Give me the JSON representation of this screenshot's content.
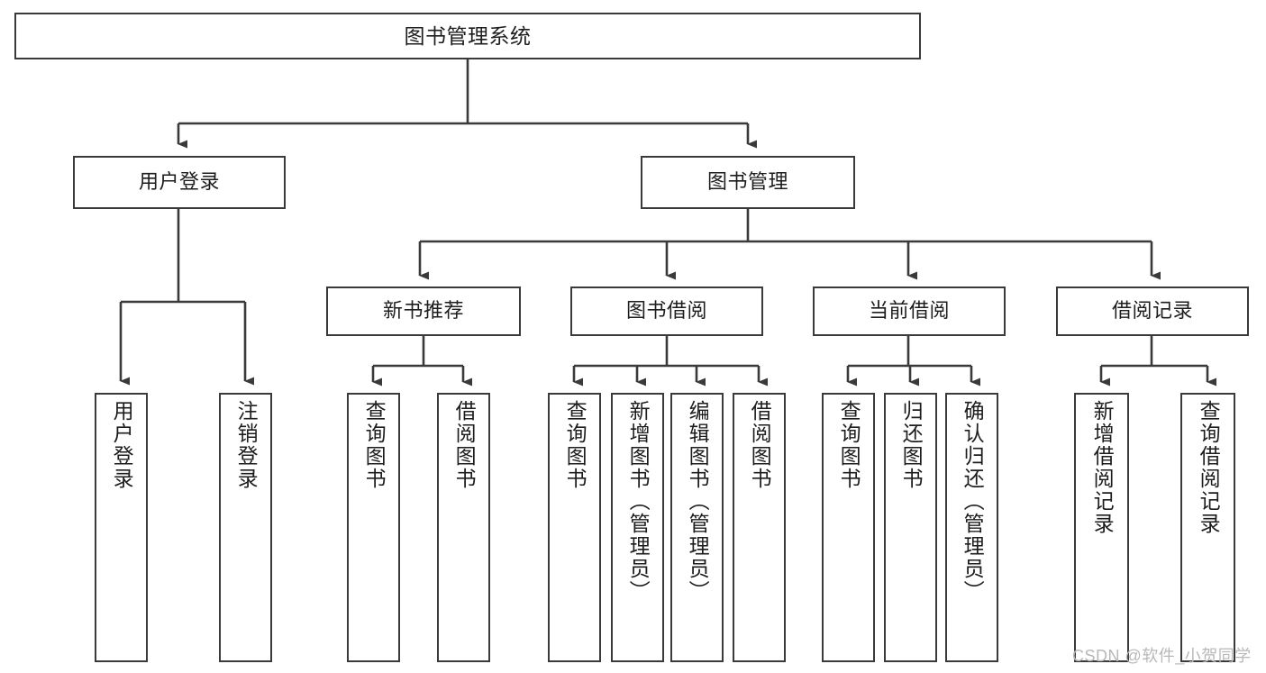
{
  "diagram": {
    "title": "图书管理系统",
    "type": "tree-hierarchy-chart",
    "line_color": "#3a3a3a",
    "box_fill": "#ffffff",
    "text_color": "#1d1d1d"
  },
  "nodes": {
    "root": {
      "label": "图书管理系统"
    },
    "level2": [
      {
        "label": "用户登录"
      },
      {
        "label": "图书管理"
      }
    ],
    "level3": [
      {
        "label": "新书推荐"
      },
      {
        "label": "图书借阅"
      },
      {
        "label": "当前借阅"
      },
      {
        "label": "借阅记录"
      }
    ],
    "leaves_user_login": [
      {
        "label": "用户登录"
      },
      {
        "label": "注销登录"
      }
    ],
    "leaves_new_book": [
      {
        "label": "查询图书"
      },
      {
        "label": "借阅图书"
      }
    ],
    "leaves_borrow": [
      {
        "label": "查询图书"
      },
      {
        "label": "新增图书（管理员）"
      },
      {
        "label": "编辑图书（管理员）"
      },
      {
        "label": "借阅图书"
      }
    ],
    "leaves_current": [
      {
        "label": "查询图书"
      },
      {
        "label": "归还图书"
      },
      {
        "label": "确认归还（管理员）"
      }
    ],
    "leaves_records": [
      {
        "label": "新增借阅记录"
      },
      {
        "label": "查询借阅记录"
      }
    ]
  },
  "watermark": {
    "text": "CSDN @软件_小贺同学"
  }
}
